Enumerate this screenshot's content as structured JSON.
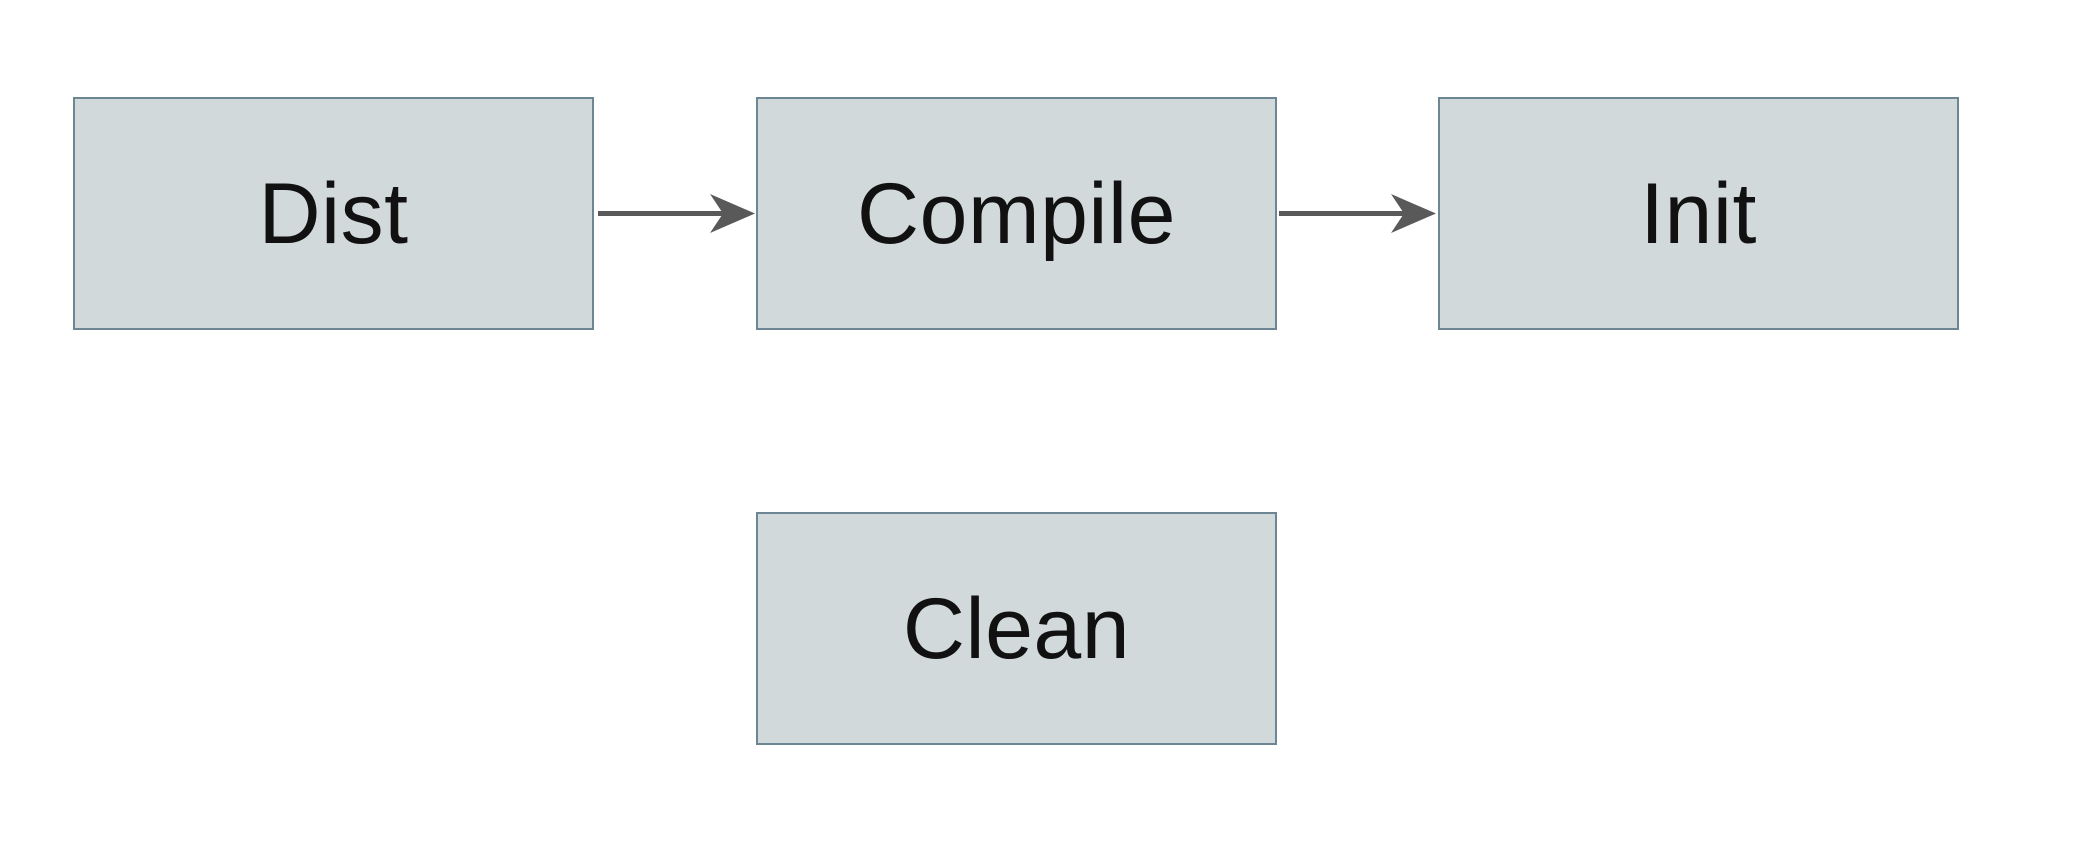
{
  "diagram": {
    "background": "#ffffff",
    "nodes": [
      {
        "id": "dist",
        "label": "Dist"
      },
      {
        "id": "compile",
        "label": "Compile"
      },
      {
        "id": "init",
        "label": "Init"
      },
      {
        "id": "clean",
        "label": "Clean"
      }
    ],
    "edges": [
      {
        "from": "Dist",
        "to": "Compile",
        "style": "solid-arrow"
      },
      {
        "from": "Compile",
        "to": "Init",
        "style": "solid-arrow"
      }
    ],
    "colors": {
      "node_fill": "#d2d9db",
      "node_border": "#6e8593",
      "node_text": "#111111",
      "arrow": "#595959"
    }
  }
}
